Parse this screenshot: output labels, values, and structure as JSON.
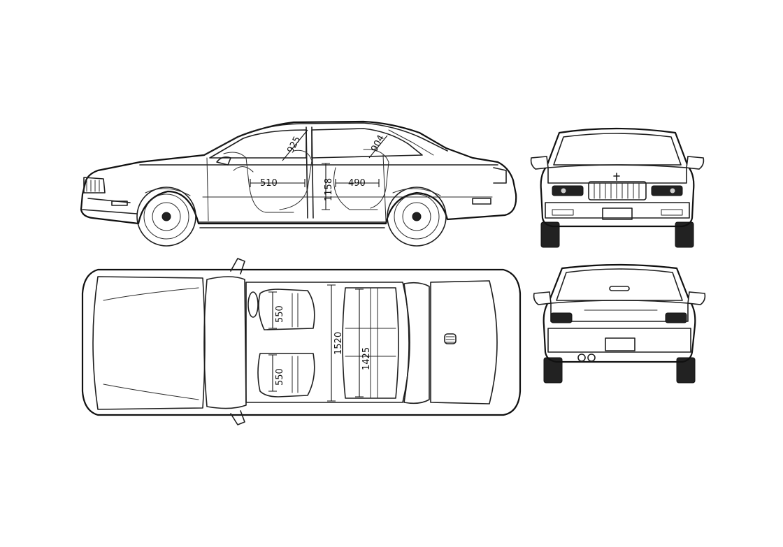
{
  "dimensions": {
    "side": {
      "front_headroom": "925",
      "rear_headroom": "904",
      "front_legroom": "510",
      "interior_height": "1158",
      "rear_legroom": "490"
    },
    "top": {
      "front_seat_width": "550",
      "rear_seat_width": "550",
      "front_shoulder": "1520",
      "rear_shoulder": "1425"
    }
  },
  "colors": {
    "line": "#1e1e1e",
    "paper": "#ffffff",
    "tire": "#222222"
  }
}
